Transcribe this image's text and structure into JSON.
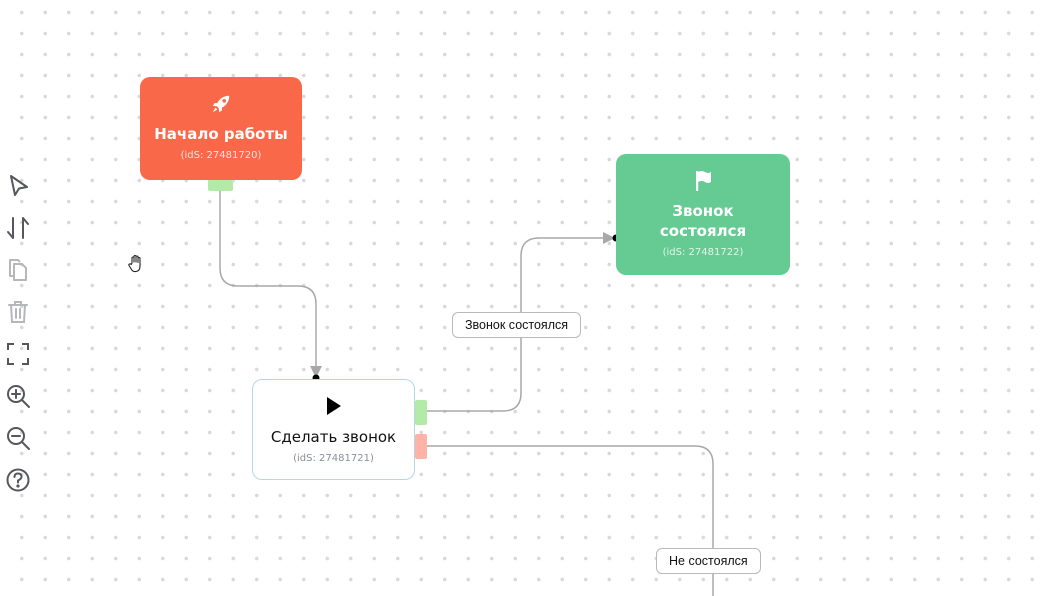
{
  "toolbar": {
    "tools": [
      "select-tool",
      "sort-tool",
      "copy-tool",
      "delete-tool",
      "fullscreen-tool",
      "zoom-in-tool",
      "zoom-out-tool",
      "help-tool"
    ]
  },
  "nodes": {
    "start": {
      "icon": "rocket-icon",
      "title": "Начало работы",
      "id_label": "(idS: 27481720)",
      "color": "#f96849"
    },
    "success": {
      "icon": "flag-icon",
      "title": "Звонок состоялся",
      "id_label": "(idS: 27481722)",
      "color": "#66cb93"
    },
    "call": {
      "icon": "play-icon",
      "title": "Сделать звонок",
      "id_label": "(idS: 27481721)",
      "border_color": "#b6d6ea"
    }
  },
  "edges": {
    "success_label": "Звонок состоялся",
    "fail_label": "Не состоялся"
  },
  "colors": {
    "port_success": "#b4eaa7",
    "port_fail": "#ffb3a6",
    "edge": "#a8a8a8"
  }
}
